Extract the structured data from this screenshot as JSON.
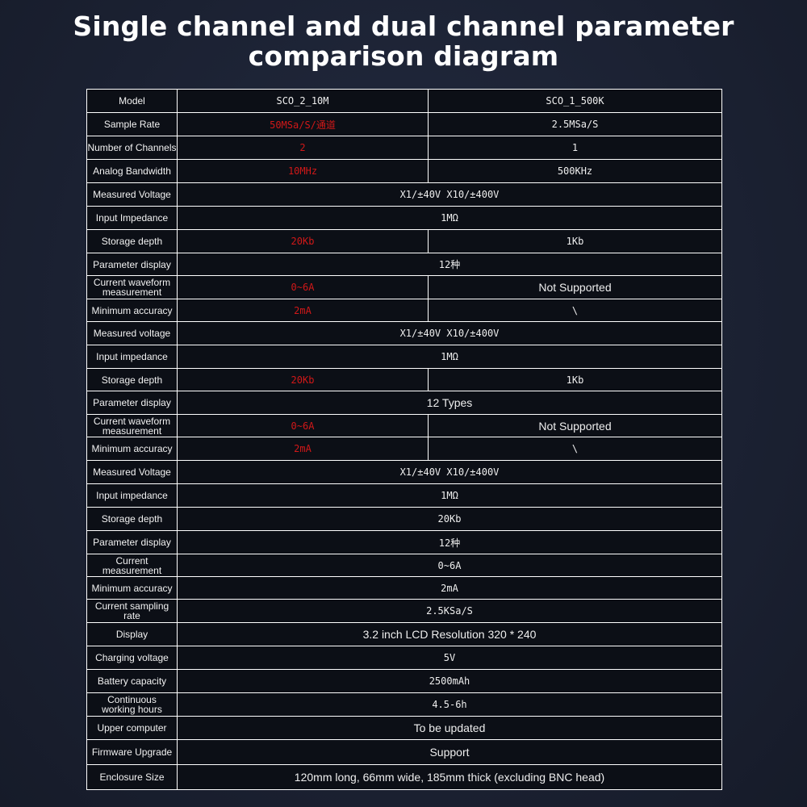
{
  "title": {
    "line1": "Single channel and dual channel parameter",
    "line2": "comparison diagram"
  },
  "colors": {
    "background": "#1c2233",
    "cell_background": "#0c0f16",
    "border": "#ffffff",
    "highlight": "#d01818"
  },
  "rows": [
    {
      "label": [
        "Model"
      ],
      "cells": [
        {
          "text": "SCO_2_10M",
          "style": "mono"
        },
        {
          "text": "SCO_1_500K",
          "style": "mono"
        }
      ]
    },
    {
      "label": [
        "Sample Rate"
      ],
      "cells": [
        {
          "text": "50MSa/S/通道",
          "style": "mono",
          "red": true
        },
        {
          "text": "2.5MSa/S",
          "style": "mono"
        }
      ]
    },
    {
      "label": [
        "Number of Channels"
      ],
      "cells": [
        {
          "text": "2",
          "style": "mono",
          "red": true
        },
        {
          "text": "1",
          "style": "mono"
        }
      ]
    },
    {
      "label": [
        "Analog Bandwidth"
      ],
      "cells": [
        {
          "text": "10MHz",
          "style": "mono",
          "red": true
        },
        {
          "text": "500KHz",
          "style": "mono"
        }
      ]
    },
    {
      "label": [
        "Measured Voltage"
      ],
      "cells": [
        {
          "text": "X1/±40V   X10/±400V",
          "style": "mono",
          "span": true
        }
      ]
    },
    {
      "label": [
        "Input Impedance"
      ],
      "cells": [
        {
          "text": "1MΩ",
          "style": "mono",
          "span": true
        }
      ]
    },
    {
      "label": [
        "Storage depth"
      ],
      "cells": [
        {
          "text": "20Kb",
          "style": "mono",
          "red": true
        },
        {
          "text": "1Kb",
          "style": "mono"
        }
      ]
    },
    {
      "label": [
        "Parameter display"
      ],
      "cells": [
        {
          "text": "12种",
          "style": "mono",
          "span": true
        }
      ]
    },
    {
      "label": [
        "Current waveform",
        "measurement"
      ],
      "cells": [
        {
          "text": "0~6A",
          "style": "mono",
          "red": true
        },
        {
          "text": "Not Supported",
          "style": "sans"
        }
      ]
    },
    {
      "label": [
        "Minimum accuracy"
      ],
      "cells": [
        {
          "text": "2mA",
          "style": "mono",
          "red": true
        },
        {
          "text": "\\",
          "style": "mono"
        }
      ]
    },
    {
      "label": [
        "Measured voltage"
      ],
      "cells": [
        {
          "text": "X1/±40V   X10/±400V",
          "style": "mono",
          "span": true
        }
      ]
    },
    {
      "label": [
        "Input impedance"
      ],
      "cells": [
        {
          "text": "1MΩ",
          "style": "mono",
          "span": true
        }
      ]
    },
    {
      "label": [
        "Storage depth"
      ],
      "cells": [
        {
          "text": "20Kb",
          "style": "mono",
          "red": true
        },
        {
          "text": "1Kb",
          "style": "mono"
        }
      ]
    },
    {
      "label": [
        "Parameter display"
      ],
      "cells": [
        {
          "text": "12 Types",
          "style": "sans",
          "span": true
        }
      ]
    },
    {
      "label": [
        "Current waveform",
        "measurement"
      ],
      "cells": [
        {
          "text": "0~6A",
          "style": "mono",
          "red": true
        },
        {
          "text": "Not Supported",
          "style": "sans"
        }
      ]
    },
    {
      "label": [
        "Minimum accuracy"
      ],
      "cells": [
        {
          "text": "2mA",
          "style": "mono",
          "red": true
        },
        {
          "text": "\\",
          "style": "mono"
        }
      ]
    },
    {
      "label": [
        "Measured Voltage"
      ],
      "cells": [
        {
          "text": "X1/±40V   X10/±400V",
          "style": "mono",
          "span": true
        }
      ]
    },
    {
      "label": [
        "Input impedance"
      ],
      "cells": [
        {
          "text": "1MΩ",
          "style": "mono",
          "span": true
        }
      ]
    },
    {
      "label": [
        "Storage depth"
      ],
      "cells": [
        {
          "text": "20Kb",
          "style": "mono",
          "span": true
        }
      ]
    },
    {
      "label": [
        "Parameter display"
      ],
      "cells": [
        {
          "text": "12种",
          "style": "mono",
          "span": true
        }
      ]
    },
    {
      "label": [
        "Current",
        "measurement"
      ],
      "cells": [
        {
          "text": "0~6A",
          "style": "mono",
          "span": true
        }
      ]
    },
    {
      "label": [
        "Minimum accuracy"
      ],
      "cells": [
        {
          "text": "2mA",
          "style": "mono",
          "span": true
        }
      ]
    },
    {
      "label": [
        "Current sampling",
        "rate"
      ],
      "cells": [
        {
          "text": "2.5KSa/S",
          "style": "mono",
          "span": true
        }
      ]
    },
    {
      "label": [
        "Display"
      ],
      "cells": [
        {
          "text": "3.2 inch LCD Resolution 320 * 240",
          "style": "sans",
          "span": true
        }
      ]
    },
    {
      "label": [
        "Charging voltage"
      ],
      "cells": [
        {
          "text": "5V",
          "style": "mono",
          "span": true
        }
      ]
    },
    {
      "label": [
        "Battery capacity"
      ],
      "cells": [
        {
          "text": "2500mAh",
          "style": "mono",
          "span": true
        }
      ]
    },
    {
      "label": [
        "Continuous",
        "working hours"
      ],
      "cells": [
        {
          "text": "4.5-6h",
          "style": "mono",
          "span": true
        }
      ]
    },
    {
      "label": [
        "Upper computer"
      ],
      "cells": [
        {
          "text": "To be updated",
          "style": "sans",
          "span": true
        }
      ]
    },
    {
      "label": [
        "Firmware Upgrade"
      ],
      "cells": [
        {
          "text": "Support",
          "style": "sans",
          "span": true
        }
      ]
    },
    {
      "label": [
        "Enclosure Size"
      ],
      "cells": [
        {
          "text": "120mm long, 66mm wide, 185mm thick (excluding BNC head)",
          "style": "sans",
          "span": true
        }
      ]
    }
  ]
}
